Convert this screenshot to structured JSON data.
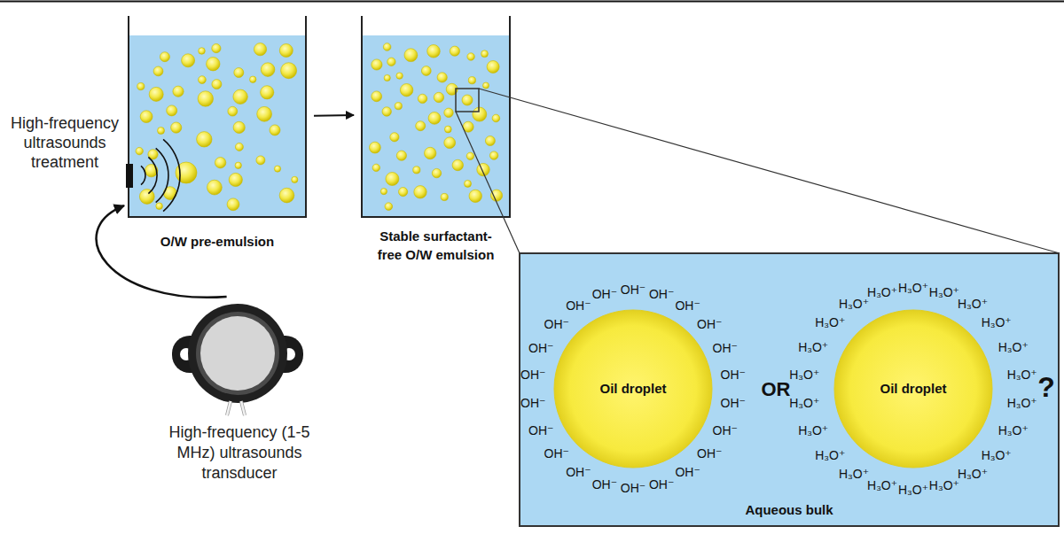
{
  "diagram": {
    "nodes": [
      {
        "text": [
          "O/W pre-emulsion"
        ]
      },
      {
        "text": [
          "Stable surfactant- free O/W emulsion"
        ]
      },
      {
        "text": [
          "Aqueous bulk"
        ]
      },
      {
        "text": [
          "Oil droplet"
        ],
        "in": 2
      },
      {
        "text": [
          "Oil droplet"
        ],
        "in": 2
      },
      {
        "text": [
          "High-frequency (1-5 MHz) ultrasounds transducer"
        ]
      }
    ],
    "edges": [
      {
        "from": 0,
        "to": 1,
        "arrow": "to"
      },
      {
        "from": 5,
        "to": 0,
        "label": "High-frequency ultrasounds treatment",
        "arrow": "to"
      }
    ],
    "labels": [
      "OR",
      "?",
      "OH⁻",
      "OH⁻",
      "OH⁻",
      "OH⁻",
      "OH⁻",
      "OH⁻",
      "OH⁻",
      "OH⁻",
      "OH⁻",
      "OH⁻",
      "OH⁻",
      "OH⁻",
      "OH⁻",
      "OH⁻",
      "OH⁻",
      "OH⁻",
      "OH⁻",
      "OH⁻",
      "OH⁻",
      "OH⁻",
      "OH⁻",
      "OH⁻",
      "H₃O⁺",
      "H₃O⁺",
      "H₃O⁺",
      "H₃O⁺",
      "H₃O⁺",
      "H₃O⁺",
      "H₃O⁺",
      "H₃O⁺",
      "H₃O⁺",
      "H₃O⁺",
      "H₃O⁺",
      "H₃O⁺",
      "H₃O⁺",
      "H₃O⁺",
      "H₃O⁺",
      "H₃O⁺",
      "H₃O⁺",
      "H₃O⁺",
      "H₃O⁺",
      "H₃O⁺",
      "H₃O⁺",
      "H₃O⁺"
    ]
  }
}
